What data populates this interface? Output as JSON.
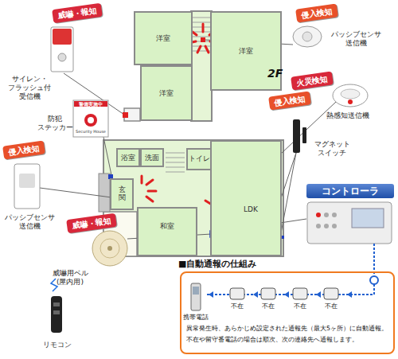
{
  "diagram": {
    "nodes": [
      {
        "text": [
          "威嚇・報知"
        ]
      },
      {
        "text": [
          "侵入検知"
        ]
      },
      {
        "text": [
          "洋室"
        ]
      },
      {
        "text": [
          "洋室"
        ]
      },
      {
        "text": [
          "洋室"
        ]
      },
      {
        "text": [
          "火災検知"
        ]
      },
      {
        "text": [
          "侵入検知"
        ]
      },
      {
        "text": [
          "侵入検知"
        ]
      },
      {
        "text": [
          "浴室"
        ]
      },
      {
        "text": [
          "洗面"
        ]
      },
      {
        "text": [
          "トイレ"
        ]
      },
      {
        "text": [
          "玄関"
        ]
      },
      {
        "text": [
          "LDK"
        ]
      },
      {
        "text": [
          "和室"
        ]
      },
      {
        "text": [
          "コントローラ"
        ]
      },
      {
        "text": [
          "威嚇・報知"
        ]
      },
      {
        "text": [
          "■自動通報の仕組み",
          "異常発生時、あらかじめ設定された通報先（最大5ヶ所）に自動通報。",
          "不在や留守番電話の場合は順次、次の連絡先へ通報します。"
        ]
      }
    ],
    "labels": [
      "2F",
      "パッシブセンサ 送信機",
      "熱感知送信機",
      "マグネット スイッチ",
      "サイレン・ フラッシュ付 受信機",
      "防犯 ステッカー",
      "警備実施中",
      "Security House",
      "パッシブセンサ 送信機",
      "威嚇用ベル (屋内用)",
      "リモコン",
      "携帯電話",
      "不在",
      "不在",
      "不在",
      "不在"
    ]
  }
}
